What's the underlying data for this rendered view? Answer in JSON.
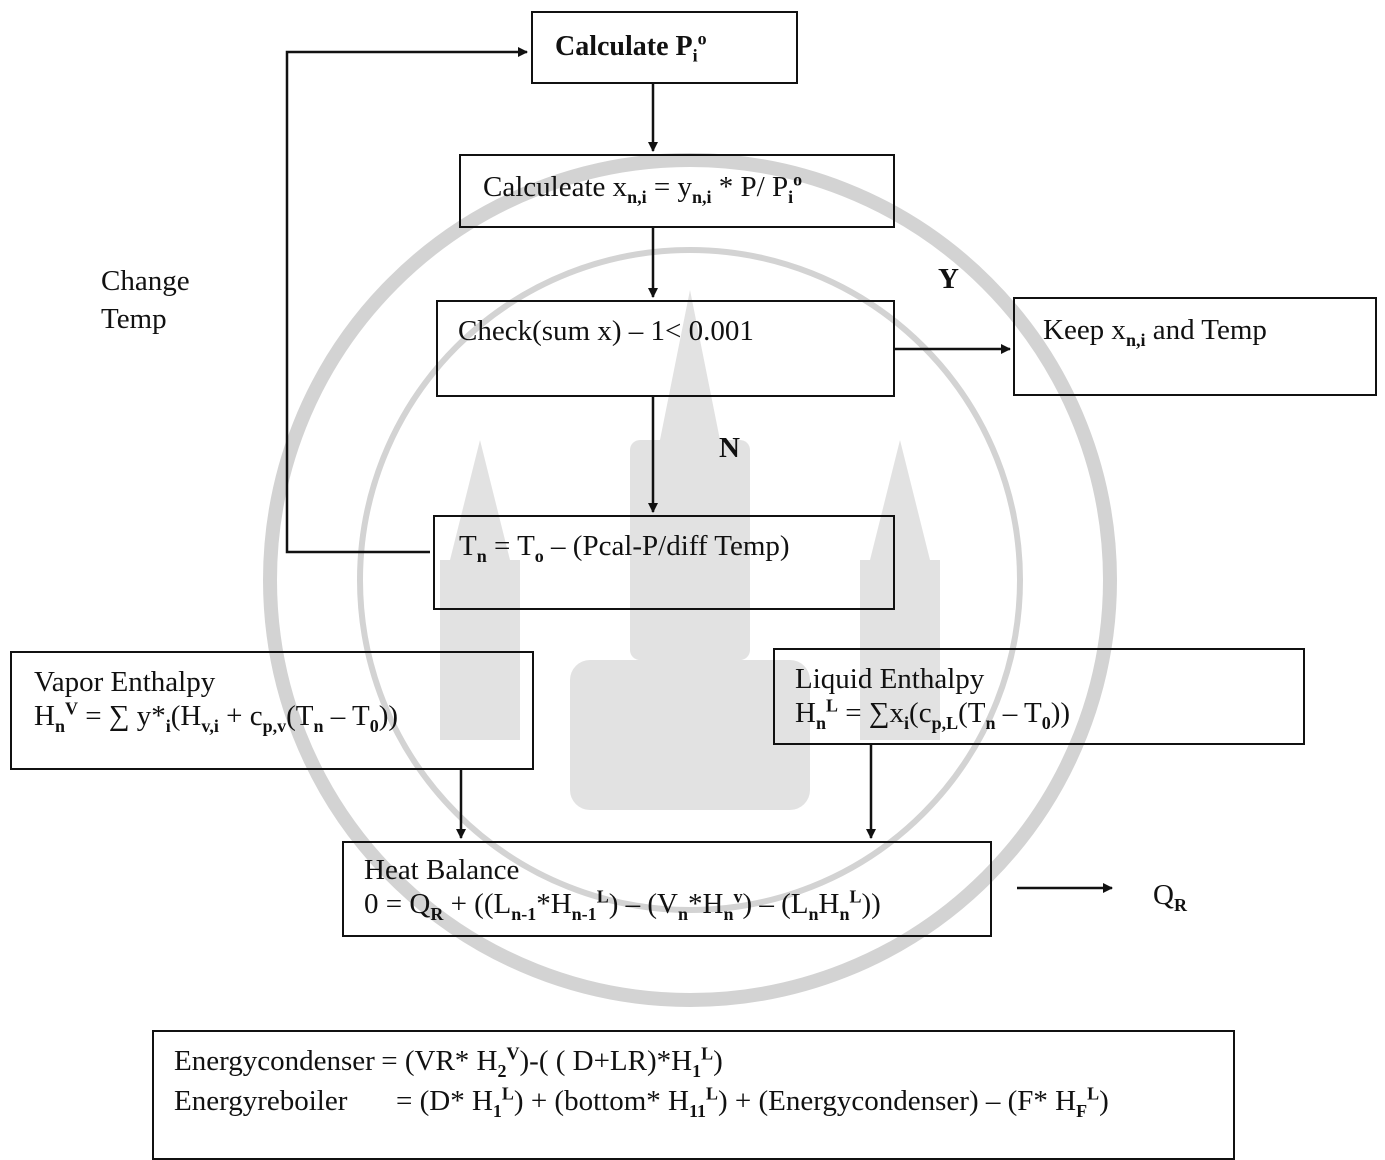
{
  "watermark": {
    "icon": "university-seal-emblem",
    "color": "#d0d0d0"
  },
  "nodes": {
    "calc_p": {
      "prefix": "Calculate P",
      "sub": "i",
      "sup": "o"
    },
    "calc_x": {
      "t1": "Calculeate x",
      "s1": "n,i",
      "t2": "  = y",
      "s2": "n,i",
      "t3": " * P/ P",
      "s3": "i",
      "p3": "o"
    },
    "check": {
      "text": "Check(sum x) – 1< 0.001"
    },
    "keep": {
      "t1": "Keep  x",
      "s1": "n,i",
      "t2": "  and Temp"
    },
    "tn": {
      "t1": "T",
      "s1": "n",
      "t2": "  =  T",
      "s2": "o",
      "t3": " – (Pcal-P/diff Temp)"
    },
    "vapor": {
      "title": "Vapor  Enthalpy",
      "t1": "H",
      "s1": "n",
      "p1": "V",
      "t2": " = ∑ y*",
      "s2": "i",
      "t3": "(H",
      "s3": "v,i",
      "t4": " + c",
      "s4": "p,v",
      "t5": "(T",
      "s5": "n",
      "t6": " – T",
      "s6": "0",
      "t7": "))"
    },
    "liquid": {
      "title": "Liquid Enthalpy",
      "t1": "H",
      "s1": "n",
      "p1": "L",
      "t2": "  = ∑x",
      "s2": "i",
      "t3": "(c",
      "s3": "p,L",
      "t4": "(T",
      "s4": "n",
      "t5": " – T",
      "s5": "0",
      "t6": "))"
    },
    "heat": {
      "title": "Heat  Balance",
      "t1": "0 = Q",
      "s1": "R",
      "t2": " + ((L",
      "s2": "n-1",
      "t3": "*H",
      "s3": "n-1",
      "p3": "L",
      "t4": ") – (V",
      "s4": "n",
      "t5": "*H",
      "s5": "n",
      "p5": "v",
      "t6": ") – (L",
      "s6": "n",
      "t7": "H",
      "s7": "n",
      "p7": "L",
      "t8": "))"
    },
    "energy": {
      "l1": {
        "name": "Energycondenser",
        "t1": " = (VR* H",
        "s1": "2",
        "p1": "V",
        "t2": ")-( ( D+LR)*H",
        "s2": "1",
        "p2": "L",
        "t3": ")"
      },
      "l2": {
        "name": "Energyreboiler",
        "t1": "= (D* H",
        "s1": "1",
        "p1": "L",
        "t2": ") +  (bottom* H",
        "s2": "11",
        "p2": "L",
        "t3": ") + (Energycondenser) – (F* H",
        "s3": "F",
        "p3": "L",
        "t4": ")"
      }
    }
  },
  "labels": {
    "change_temp_1": "Change",
    "change_temp_2": "Temp",
    "yes": "Y",
    "no": "N",
    "qr_main": "Q",
    "qr_sub": "R"
  }
}
